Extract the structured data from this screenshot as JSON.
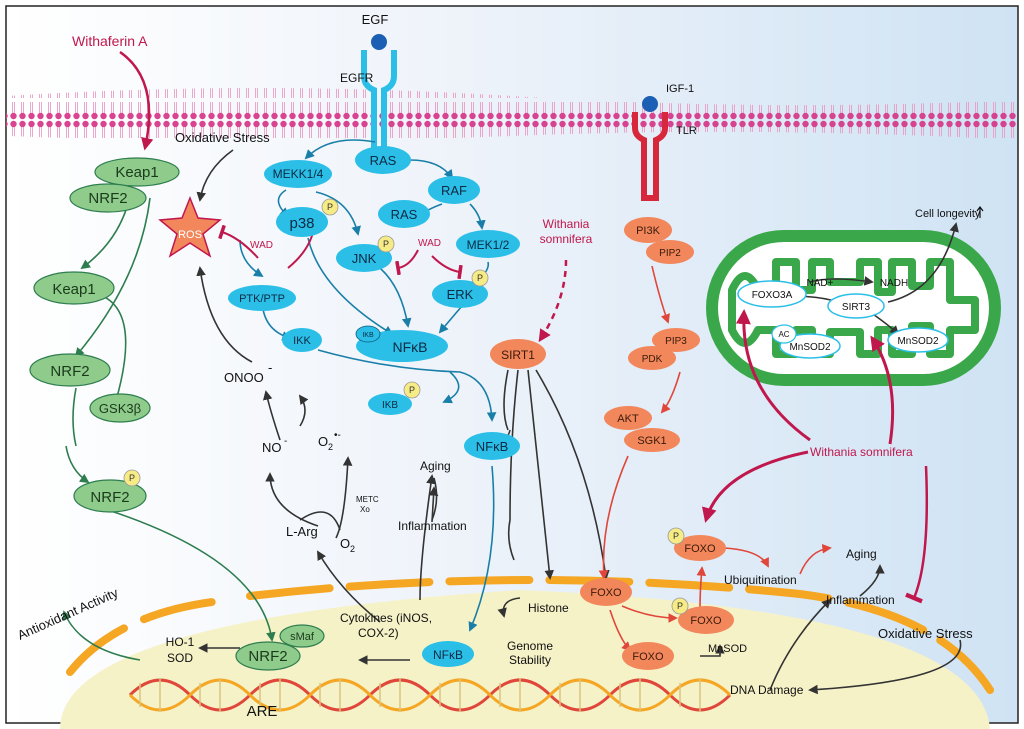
{
  "colors": {
    "membrane": "#d63a8a",
    "blue_node": "#2bbfe8",
    "green_node": "#8fcc8c",
    "orange_node": "#f2875c",
    "mito": "#3aa84a",
    "red_label": "#c0174c",
    "nucleus": "#f6f2c8",
    "nucleus_rim": "#f5a623",
    "arrow_green": "#2e7d4f",
    "arrow_blue": "#1a7fa8",
    "arrow_red": "#e0463a",
    "arrow_dark": "#333333"
  },
  "receptors": {
    "egf": "EGF",
    "egfr": "EGFR",
    "igf1": "IGF-1",
    "tlr": "TLR"
  },
  "agents": {
    "withaferin": "Withaferin A",
    "withania_top": [
      "Withania",
      "somnifera"
    ],
    "withania_right": "Withania somnifera"
  },
  "stress": {
    "oxidative_top": "Oxidative Stress",
    "oxidative_bottom": "Oxidative Stress"
  },
  "green_path": {
    "keap1_top": "Keap1",
    "nrf2_top": "NRF2",
    "keap1_mid": "Keap1",
    "nrf2_mid": "NRF2",
    "gsk3b": "GSK3β",
    "nrf2_p": "NRF2",
    "nrf2_nucleus": "NRF2",
    "smaf": "sMaf",
    "antioxidant": "Antioxidant Activity",
    "ho1": "HO-1",
    "sod": "SOD",
    "are": "ARE"
  },
  "blue_path": {
    "ras_top": "RAS",
    "mekk": "MEKK1/4",
    "p38": "p38",
    "raf": "RAF",
    "ras_mid": "RAS",
    "jnk": "JNK",
    "mek12": "MEK1/2",
    "erk": "ERK",
    "ptk": "PTK/PTP",
    "ikk": "IKK",
    "ikb_small": "IKB",
    "nfkb_main": "NFκB",
    "ikb_p": "IKB",
    "nfkb_mid": "NFκB",
    "nfkb_nucleus": "NFκB",
    "wad1": "WAD",
    "wad2": "WAD"
  },
  "ros_path": {
    "ros": "ROS",
    "onoo": "ONOO",
    "onoo_sup": "-",
    "no": "NO",
    "no_sup": "-",
    "o2_sup": "O",
    "o2_sub": "2",
    "o2_dot": "•-",
    "larg": "L-Arg",
    "o2": "O",
    "o2_2": "2",
    "metc": "METC",
    "xo": "Xo",
    "inflammation": "Inflammation",
    "aging": "Aging",
    "cytokines_1": "Cytokines (iNOS,",
    "cytokines_2": "COX-2)"
  },
  "sirt_path": {
    "sirt1": "SIRT1",
    "histone": "Histone",
    "genome_1": "Genome",
    "genome_2": "Stability"
  },
  "orange_path": {
    "pi3k": "PI3K",
    "pip2": "PIP2",
    "pip3": "PIP3",
    "pdk": "PDK",
    "akt": "AKT",
    "sgk1": "SGK1",
    "foxo_p": "FOXO",
    "foxo_n1": "FOXO",
    "foxo_n2": "FOXO",
    "foxo_n3": "FOXO",
    "mnsod": "MnSOD"
  },
  "mito": {
    "foxo3a": "FOXO3A",
    "sirt3": "SIRT3",
    "nadp": "NAD+",
    "nadh": "NADH",
    "ac": "AC",
    "mnsod2_a": "MnSOD2",
    "mnsod2_b": "MnSOD2",
    "longevity": "Cell longevity"
  },
  "right_side": {
    "ubiquitination": "Ubiquitination",
    "aging": "Aging",
    "inflammation": "Inflammation",
    "dna_damage": "DNA Damage"
  },
  "phospho": "P"
}
